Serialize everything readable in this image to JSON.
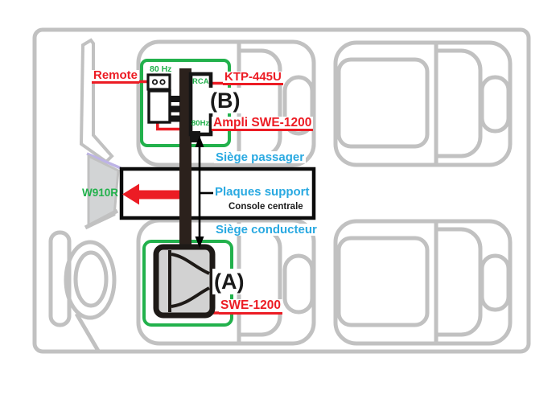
{
  "colors": {
    "accent_red": "#EC1C24",
    "accent_green": "#22B14C",
    "accent_blue": "#29A9E1",
    "outline_gray": "#C1C1C1",
    "cable_dark": "#2B211C",
    "lavender": "#BDB3E6"
  },
  "labels": {
    "remote": "Remote",
    "freq_crossover": "80 Hz",
    "rca": "RCA",
    "freq_lowpass": "80Hz",
    "ktp": "KTP-445U",
    "unit_b": "(B)",
    "ampli": "Ampli SWE-1200",
    "seat_passenger": "Siège passager",
    "support_plates": "Plaques support",
    "center_console": "Console centrale",
    "seat_driver": "Siège conducteur",
    "w910r": "W910R",
    "unit_a": "(A)",
    "swe": "SWE-1200"
  }
}
